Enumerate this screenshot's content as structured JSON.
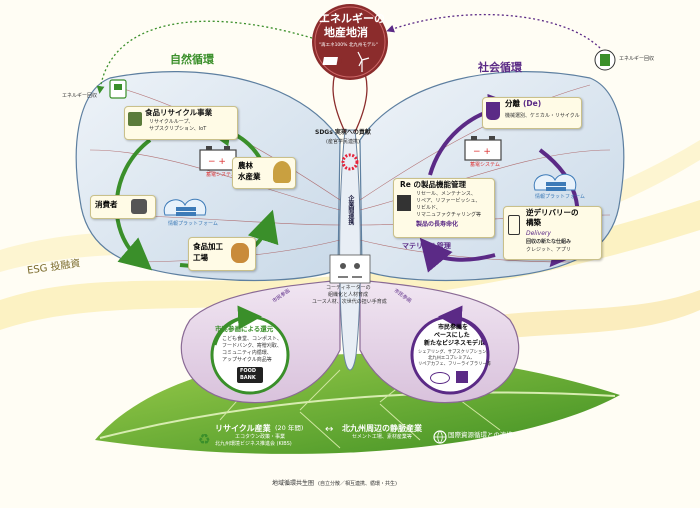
{
  "top": {
    "title_line1": "エネルギーの",
    "title_line2": "地産地消",
    "model": "\"再エネ100% 北九州モデル\""
  },
  "energy_recovery_left": "エネルギー回収",
  "energy_recovery_right": "エネルギー回収",
  "nature": {
    "title": "自然循環",
    "recycle_title": "食品リサイクル事業",
    "recycle_sub1": "リサイクルループ、",
    "recycle_sub2": "サプスクリプション、IoT",
    "battery": "蓄電システム",
    "agri_line1": "農林",
    "agri_line2": "水産業",
    "consumer": "消費者",
    "platform": "情報プラットフォーム",
    "processing_line1": "食品加工",
    "processing_line2": "工場"
  },
  "social": {
    "title": "社会循環",
    "sep_title": "分離",
    "sep_de": "(De)",
    "sep_sub": "機械選別、ケミカル・リサイクル",
    "battery": "蓄電システム",
    "platform": "情報プラットフォーム",
    "re_title": "Re の製品機能管理",
    "re_l1": "リセール、メンテナンス、",
    "re_l2": "リペア、リファービッシュ、",
    "re_l3": "リビルド、",
    "re_l4": "リマニュファクチャリング等",
    "re_life": "製品の長寿命化",
    "material": "マテリアル管理",
    "reverse_l1": "逆デリバリーの",
    "reverse_l2": "構築",
    "delivery": "Delivery",
    "reverse_l3": "回収の新たな仕組み",
    "reverse_l4": "クレジット、アプリ"
  },
  "center": {
    "sdgs_title": "SDGs 実現への貢献",
    "sdgs_sub": "(産官学民連携)",
    "cooperation": "企業間連携",
    "coord_l1": "コーディネーターの",
    "coord_l2": "組織化と人材育成",
    "coord_l3": "ユース人材、次世代の担い手育成"
  },
  "esg": "ESG 投融資",
  "lower_left": {
    "wing_label": "市民参画",
    "title": "市民参画による還元",
    "l1": "こども食堂、コンポスト、",
    "l2": "フードバンク、寄贈刈取、",
    "l3": "コミュニティ内循環、",
    "l4": "アップサイクル商品等",
    "food": "FOOD",
    "bank": "BANK"
  },
  "lower_right": {
    "wing_label": "市民参画",
    "title_l1": "市民参画を",
    "title_l2": "ベースにした",
    "title_l3": "新たなビジネスモデル",
    "l1": "シェアリング、サブスクリプション、",
    "l2": "北九州エコプレミアム、",
    "l3": "リペアカフェ、フリーライブラリー等"
  },
  "bottom": {
    "recycle_title": "リサイクル産業",
    "recycle_years": "(20 年間)",
    "recycle_sub1": "エコタウン政策・事業",
    "recycle_sub2": "北九州環境ビジネス推進会 (KIBS)",
    "arrow": "↔",
    "vein_title": "北九州周辺の静脈産業",
    "vein_sub": "セメント工場、素材産業等",
    "intl": "国際資源循環との連携",
    "footer_main": "地域循環共生圏",
    "footer_sub": "(自立分散／相互連携、循環・共生)"
  },
  "colors": {
    "green": "#3a8f2a",
    "purple": "#5b2a86",
    "maroon": "#8b2c2c",
    "wing": "#d7e4f0",
    "lower_wing": "#e6d4ea"
  }
}
